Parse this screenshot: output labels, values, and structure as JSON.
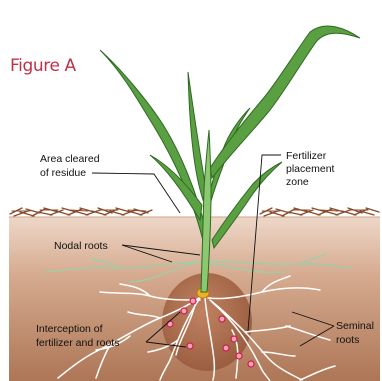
{
  "figure": {
    "title": "Figure A"
  },
  "labels": {
    "area_cleared": [
      "Area cleared",
      "of residue"
    ],
    "fertilizer_zone": [
      "Fertilizer",
      "placement",
      "zone"
    ],
    "nodal_roots": "Nodal roots",
    "interception": [
      "Interception of",
      "fertilizer and roots"
    ],
    "seminal_roots": [
      "Seminal",
      "roots"
    ]
  },
  "colors": {
    "title": "#c0304a",
    "soil_top": "#e8cdbd",
    "soil_bottom": "#b27c5c",
    "residue": "#8a4a2a",
    "leaf_fill": "#5aa042",
    "leaf_stroke": "#2e6a22",
    "stem_fill": "#8cc870",
    "fertilizer_zone": "#a86848",
    "fertilizer_dot": "#e84a7a",
    "seed": "#f0b020",
    "roots": "#ffffff",
    "nodal_roots": "#9ad0a8"
  },
  "icons": [
    "corn-plant-icon",
    "seed-icon",
    "fertilizer-granule-icon"
  ]
}
